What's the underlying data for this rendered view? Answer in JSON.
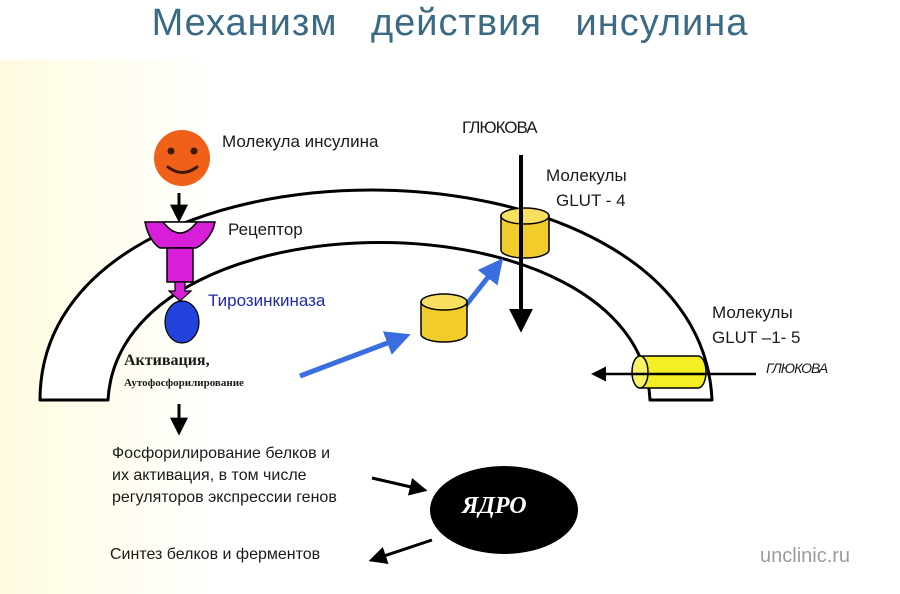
{
  "title": "Механизм   действия   инсулина",
  "labels": {
    "insulin_molecule": "Молекула инсулина",
    "receptor": "Рецептор",
    "tyrosine_kinase": "Тирозинкиназа",
    "activation": "Активация,",
    "autophosphorylation": "Аутофосфорилирование",
    "glucose_top": "ГЛЮКОВА",
    "glut4_line1": "Молекулы",
    "glut4_line2": "GLUT - 4",
    "glut15_line1": "Молекулы",
    "glut15_line2": "GLUT –1- 5",
    "glucose_right": "ГЛЮКОВА",
    "phosphorylation_lines": [
      "Фосфорилирование белков и",
      "их активация, в том числе",
      "регуляторов экспрессии генов"
    ],
    "synthesis": "Синтез белков и ферментов",
    "nucleus": "ЯДРО"
  },
  "watermark": "unclinic.ru",
  "colors": {
    "title": "#3b6a84",
    "insulin_face": "#f06018",
    "receptor": "#d81ed8",
    "tyrosine_kinase": "#2244dd",
    "tyrosine_kinase_label": "#1f2aa8",
    "transport_arrow": "#3a6ee0",
    "glut_transporter": "#f2cc2a",
    "glut15_transporter": "#f4ef24",
    "nucleus": "#000000",
    "watermark": "#9c9c9c"
  }
}
